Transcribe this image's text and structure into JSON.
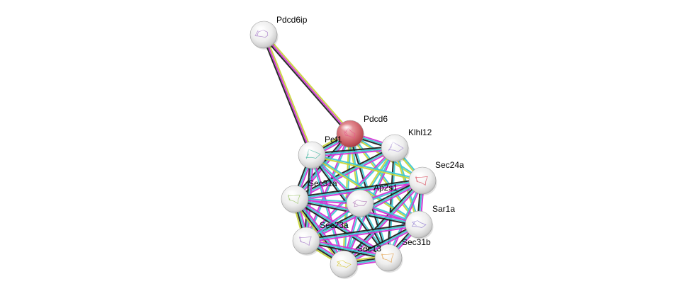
{
  "network": {
    "nodes": [
      {
        "id": "pdcd6ip",
        "label": "Pdcd6ip",
        "query": false,
        "struct_color": "#a77ac9"
      },
      {
        "id": "pdcd6",
        "label": "Pdcd6",
        "query": true,
        "struct_color": "#e7548a"
      },
      {
        "id": "klhl12",
        "label": "Klhl12",
        "query": false,
        "struct_color": "#a88fd6"
      },
      {
        "id": "pef1",
        "label": "Pef1",
        "query": false,
        "struct_color": "#3fb5a0"
      },
      {
        "id": "sec24a",
        "label": "Sec24a",
        "query": false,
        "struct_color": "#d94a5a"
      },
      {
        "id": "sec31a",
        "label": "Sec31a",
        "query": false,
        "struct_color": "#9bc46a"
      },
      {
        "id": "ap2s1",
        "label": "Ap2s1",
        "query": false,
        "struct_color": "#b27ab8"
      },
      {
        "id": "sar1a",
        "label": "Sar1a",
        "query": false,
        "struct_color": "#8f7ad0"
      },
      {
        "id": "sec23a",
        "label": "Sec23a",
        "query": false,
        "struct_color": "#a77ac9"
      },
      {
        "id": "sec31b",
        "label": "Sec31b",
        "query": false,
        "struct_color": "#e3a04a"
      },
      {
        "id": "sec13",
        "label": "Sec13",
        "query": false,
        "struct_color": "#d6c531"
      }
    ],
    "edges": [
      {
        "from": "pdcd6ip",
        "to": "pdcd6",
        "colors": [
          "#c8d63a",
          "#d433d4",
          "#202020"
        ]
      },
      {
        "from": "pdcd6ip",
        "to": "pef1",
        "colors": [
          "#c8d63a",
          "#d433d4",
          "#202020"
        ]
      },
      {
        "from": "pdcd6",
        "to": "pef1",
        "colors": [
          "#d433d4",
          "#3fc8d4",
          "#202020",
          "#c8d63a"
        ]
      },
      {
        "from": "pdcd6",
        "to": "klhl12",
        "colors": [
          "#d433d4",
          "#3fc8d4",
          "#202020"
        ]
      },
      {
        "from": "pdcd6",
        "to": "sec24a",
        "colors": [
          "#3fc8d4",
          "#c8d63a"
        ]
      },
      {
        "from": "pdcd6",
        "to": "sec31a",
        "colors": [
          "#d433d4",
          "#3fc8d4",
          "#202020"
        ]
      },
      {
        "from": "pdcd6",
        "to": "ap2s1",
        "colors": [
          "#3fc8d4",
          "#c8d63a"
        ]
      },
      {
        "from": "pdcd6",
        "to": "sar1a",
        "colors": [
          "#3fc8d4",
          "#c8d63a"
        ]
      },
      {
        "from": "pdcd6",
        "to": "sec23a",
        "colors": [
          "#3fc8d4",
          "#d433d4"
        ]
      },
      {
        "from": "pdcd6",
        "to": "sec31b",
        "colors": [
          "#3fc8d4",
          "#202020"
        ]
      },
      {
        "from": "pdcd6",
        "to": "sec13",
        "colors": [
          "#3fc8d4",
          "#c8d63a"
        ]
      },
      {
        "from": "klhl12",
        "to": "pef1",
        "colors": [
          "#d433d4",
          "#3fc8d4",
          "#202020"
        ]
      },
      {
        "from": "klhl12",
        "to": "sec24a",
        "colors": [
          "#3fc8d4",
          "#c8d63a"
        ]
      },
      {
        "from": "klhl12",
        "to": "sec31a",
        "colors": [
          "#d433d4",
          "#3fc8d4",
          "#202020"
        ]
      },
      {
        "from": "klhl12",
        "to": "ap2s1",
        "colors": [
          "#3fc8d4",
          "#c8d63a"
        ]
      },
      {
        "from": "klhl12",
        "to": "sar1a",
        "colors": [
          "#3fc8d4",
          "#c8d63a"
        ]
      },
      {
        "from": "klhl12",
        "to": "sec23a",
        "colors": [
          "#3fc8d4",
          "#d433d4"
        ]
      },
      {
        "from": "klhl12",
        "to": "sec31b",
        "colors": [
          "#3fc8d4",
          "#202020"
        ]
      },
      {
        "from": "klhl12",
        "to": "sec13",
        "colors": [
          "#d433d4",
          "#3fc8d4"
        ]
      },
      {
        "from": "pef1",
        "to": "sec24a",
        "colors": [
          "#3fc8d4",
          "#c8d63a"
        ]
      },
      {
        "from": "pef1",
        "to": "sec31a",
        "colors": [
          "#d433d4",
          "#3fc8d4",
          "#202020"
        ]
      },
      {
        "from": "pef1",
        "to": "ap2s1",
        "colors": [
          "#3fc8d4",
          "#d433d4"
        ]
      },
      {
        "from": "pef1",
        "to": "sar1a",
        "colors": [
          "#3fc8d4",
          "#c8d63a"
        ]
      },
      {
        "from": "pef1",
        "to": "sec23a",
        "colors": [
          "#d433d4",
          "#3fc8d4",
          "#202020"
        ]
      },
      {
        "from": "pef1",
        "to": "sec31b",
        "colors": [
          "#3fc8d4",
          "#202020"
        ]
      },
      {
        "from": "pef1",
        "to": "sec13",
        "colors": [
          "#d433d4",
          "#3fc8d4"
        ]
      },
      {
        "from": "sec24a",
        "to": "sec31a",
        "colors": [
          "#d433d4",
          "#3fc8d4",
          "#202020"
        ]
      },
      {
        "from": "sec24a",
        "to": "ap2s1",
        "colors": [
          "#3fc8d4",
          "#d433d4"
        ]
      },
      {
        "from": "sec24a",
        "to": "sar1a",
        "colors": [
          "#d433d4",
          "#3fc8d4",
          "#202020"
        ]
      },
      {
        "from": "sec24a",
        "to": "sec23a",
        "colors": [
          "#d433d4",
          "#3fc8d4",
          "#202020"
        ]
      },
      {
        "from": "sec24a",
        "to": "sec31b",
        "colors": [
          "#d433d4",
          "#3fc8d4"
        ]
      },
      {
        "from": "sec24a",
        "to": "sec13",
        "colors": [
          "#d433d4",
          "#3fc8d4",
          "#202020"
        ]
      },
      {
        "from": "sec31a",
        "to": "ap2s1",
        "colors": [
          "#3fc8d4",
          "#d433d4"
        ]
      },
      {
        "from": "sec31a",
        "to": "sar1a",
        "colors": [
          "#d433d4",
          "#3fc8d4",
          "#202020"
        ]
      },
      {
        "from": "sec31a",
        "to": "sec23a",
        "colors": [
          "#d433d4",
          "#3fc8d4",
          "#202020",
          "#c8d63a"
        ]
      },
      {
        "from": "sec31a",
        "to": "sec31b",
        "colors": [
          "#d433d4",
          "#3fc8d4",
          "#202020"
        ]
      },
      {
        "from": "sec31a",
        "to": "sec13",
        "colors": [
          "#d433d4",
          "#3fc8d4",
          "#202020",
          "#c8d63a"
        ]
      },
      {
        "from": "ap2s1",
        "to": "sar1a",
        "colors": [
          "#3fc8d4",
          "#d433d4"
        ]
      },
      {
        "from": "ap2s1",
        "to": "sec23a",
        "colors": [
          "#3fc8d4",
          "#d433d4"
        ]
      },
      {
        "from": "ap2s1",
        "to": "sec31b",
        "colors": [
          "#3fc8d4",
          "#202020"
        ]
      },
      {
        "from": "ap2s1",
        "to": "sec13",
        "colors": [
          "#3fc8d4",
          "#d433d4"
        ]
      },
      {
        "from": "sar1a",
        "to": "sec23a",
        "colors": [
          "#d433d4",
          "#3fc8d4",
          "#202020"
        ]
      },
      {
        "from": "sar1a",
        "to": "sec31b",
        "colors": [
          "#d433d4",
          "#3fc8d4",
          "#202020"
        ]
      },
      {
        "from": "sar1a",
        "to": "sec13",
        "colors": [
          "#d433d4",
          "#3fc8d4",
          "#202020"
        ]
      },
      {
        "from": "sec23a",
        "to": "sec31b",
        "colors": [
          "#d433d4",
          "#3fc8d4",
          "#202020"
        ]
      },
      {
        "from": "sec23a",
        "to": "sec13",
        "colors": [
          "#d433d4",
          "#3fc8d4",
          "#202020",
          "#c8d63a"
        ]
      },
      {
        "from": "sec31b",
        "to": "sec13",
        "colors": [
          "#d433d4",
          "#3fc8d4",
          "#202020",
          "#c8d63a"
        ]
      }
    ]
  }
}
